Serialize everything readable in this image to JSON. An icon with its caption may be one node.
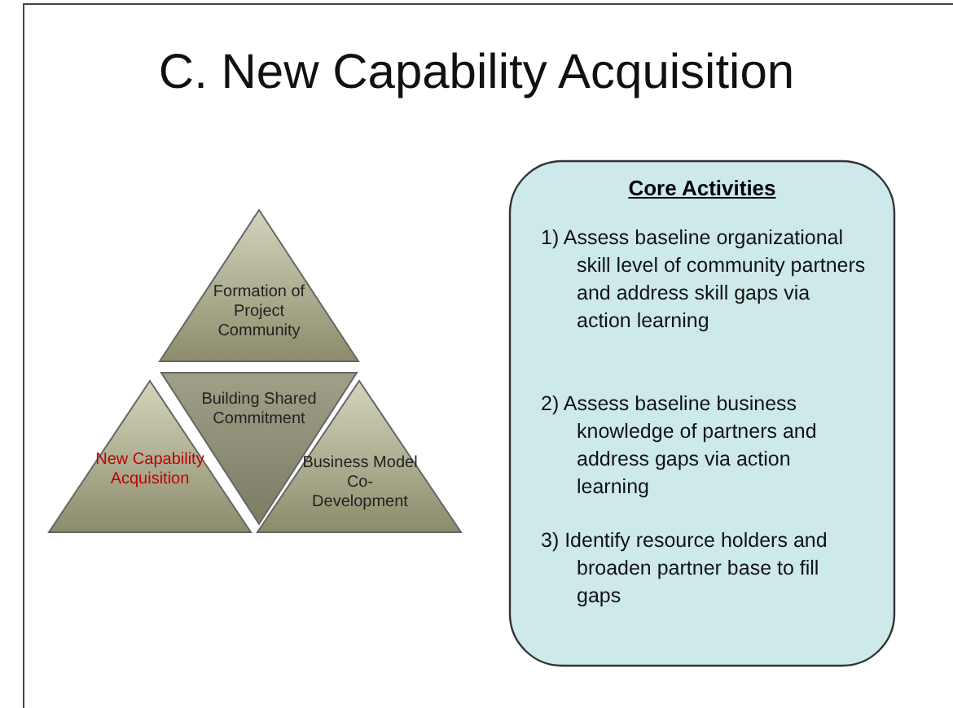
{
  "diagram": {
    "title": "C. New Capability Acquisition",
    "nodes": [
      {
        "text": [
          "Formation of Project Community"
        ]
      },
      {
        "text": [
          "New Capability Acquisition"
        ]
      },
      {
        "text": [
          "Building Shared Commitment"
        ]
      },
      {
        "text": [
          "Business Model Co-Development"
        ]
      },
      {
        "text": [
          "Core Activities",
          "1) Assess baseline organizational skill level of community partners and address skill gaps via action learning",
          "2) Assess baseline business knowledge of partners and address gaps via action learning",
          "3) Identify resource holders and broaden partner base to fill gaps"
        ]
      }
    ],
    "edges": []
  }
}
